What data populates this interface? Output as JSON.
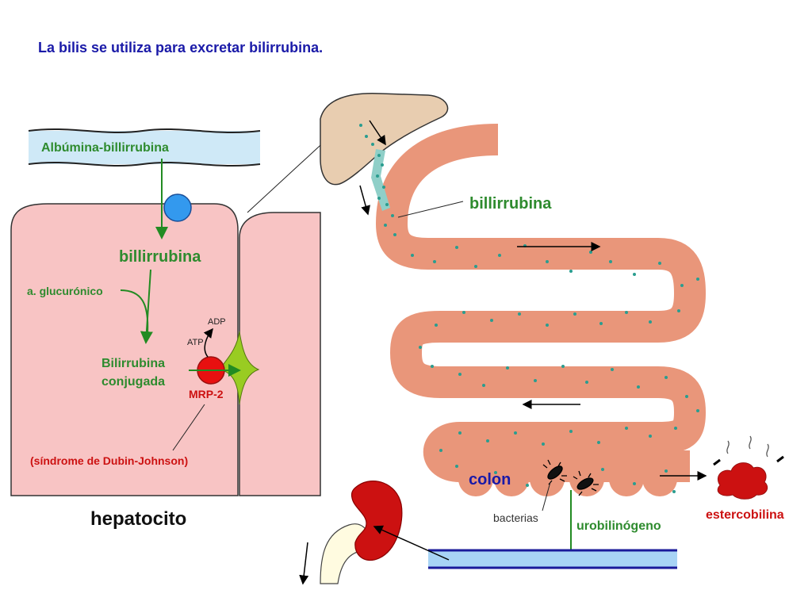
{
  "title": "La bilis se utiliza para excretar bilirrubina.",
  "labels": {
    "albumin": "Albúmina-billirrubina",
    "bilirubin_cell": "billirrubina",
    "glucuronic": "a. glucurónico",
    "conjugated_line1": "Bilirrubina",
    "conjugated_line2": "conjugada",
    "atp": "ATP",
    "adp": "ADP",
    "mrp2": "MRP-2",
    "dubin_johnson": "(síndrome de Dubin-Johnson)",
    "hepatocyte": "hepatocito",
    "bilirubin_intestine": "billirrubina",
    "colon": "colon",
    "bacteria": "bacterias",
    "urobilinogen": "urobilinógeno",
    "stercobilin": "estercobilina"
  },
  "colors": {
    "title": "#1a1aa8",
    "green_text": "#2e8b2e",
    "red_text": "#cc1111",
    "blue_text": "#1a1aa8",
    "cell_fill": "#f8c4c4",
    "intestine": "#e9967a",
    "bile_dots": "#2a9d8f",
    "liver": "#e8cdb0",
    "kidney": "#cc1111",
    "vessel": "#cfe9f7",
    "transporter": "#3399ee",
    "mrp2": "#e81010",
    "channel": "#99cc22"
  }
}
